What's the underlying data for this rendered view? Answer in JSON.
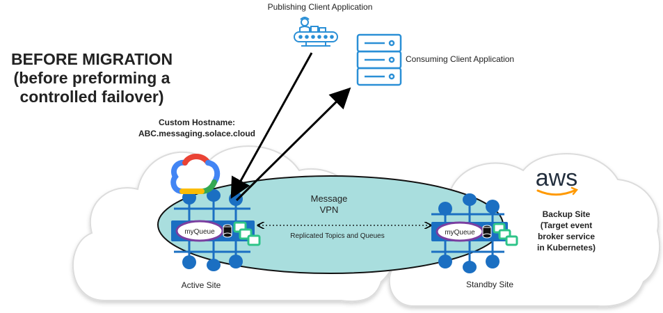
{
  "title_lines": [
    "BEFORE MIGRATION",
    "(before preforming  a",
    "controlled failover)"
  ],
  "publishing_label": "Publishing Client Application",
  "consuming_label": "Consuming Client Application",
  "custom_hostname_lines": [
    "Custom Hostname:",
    "ABC.messaging.solace.cloud"
  ],
  "message_vpn_lines": [
    "Message",
    "VPN"
  ],
  "replicated_label": "Replicated Topics and Queues",
  "active_queue": "myQueue",
  "standby_queue": "myQueue",
  "active_site_label": "Active Site",
  "standby_site_label": "Standby Site",
  "aws_logo_text": "aws",
  "backup_site_lines": [
    "Backup Site",
    "(Target event",
    "broker service",
    "in Kubernetes)"
  ],
  "colors": {
    "broker_blue": "#1b6fc2",
    "vpn_fill": "#a9dede",
    "queue_border": "#7b3fa0",
    "chat_green": "#2ec488",
    "icon_blue": "#2a8fd6",
    "aws_orange": "#ff9900",
    "cloud_border": "#dcdcdc"
  },
  "icons": [
    "google-cloud-icon",
    "aws-icon",
    "publisher-machine-icon",
    "server-icon",
    "database-icon",
    "chat-icon"
  ]
}
